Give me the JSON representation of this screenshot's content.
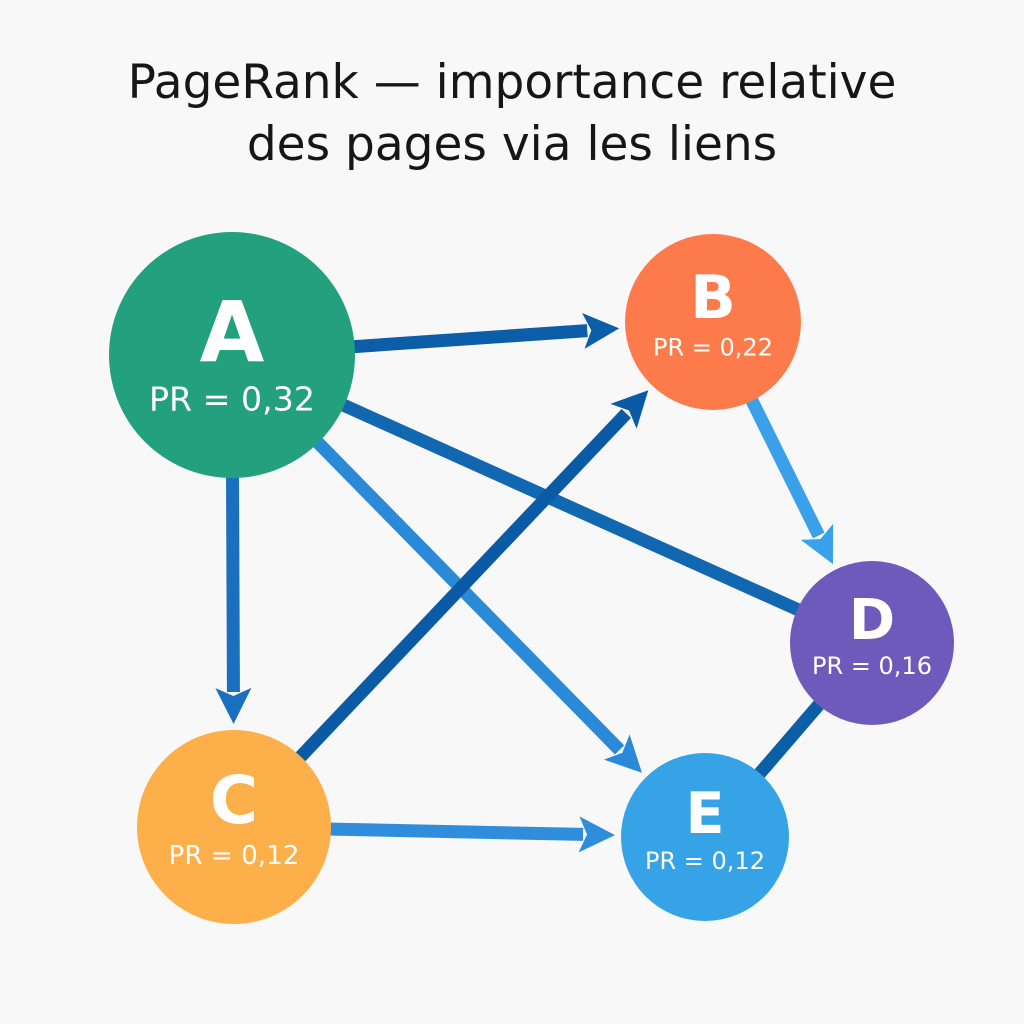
{
  "title": {
    "line1": "PageRank — importance relative",
    "line2": "des pages via les liens"
  },
  "nodes": [
    {
      "id": "A",
      "label": "A",
      "pr": "PR = 0,32",
      "color": "#23a17f"
    },
    {
      "id": "B",
      "label": "B",
      "pr": "PR = 0,22",
      "color": "#fd7a4a"
    },
    {
      "id": "C",
      "label": "C",
      "pr": "PR = 0,12",
      "color": "#fdb04a"
    },
    {
      "id": "D",
      "label": "D",
      "pr": "PR = 0,16",
      "color": "#6d5bbb"
    },
    {
      "id": "E",
      "label": "E",
      "pr": "PR = 0,12",
      "color": "#35a3e6"
    }
  ],
  "edges": [
    {
      "from": "A",
      "to": "B",
      "arrow": true,
      "color": "#0d5ea8"
    },
    {
      "from": "A",
      "to": "D",
      "arrow": false,
      "color": "#1168b0"
    },
    {
      "from": "A",
      "to": "C",
      "arrow": true,
      "color": "#1a6fbf"
    },
    {
      "from": "A",
      "to": "E",
      "arrow": true,
      "color": "#2a8ad8"
    },
    {
      "from": "C",
      "to": "B",
      "arrow": true,
      "color": "#0b5aa5"
    },
    {
      "from": "C",
      "to": "E",
      "arrow": true,
      "color": "#2f8ddc"
    },
    {
      "from": "B",
      "to": "D",
      "arrow": true,
      "color": "#3aa0ea"
    },
    {
      "from": "D",
      "to": "E",
      "arrow": false,
      "color": "#0b5fa6"
    }
  ]
}
